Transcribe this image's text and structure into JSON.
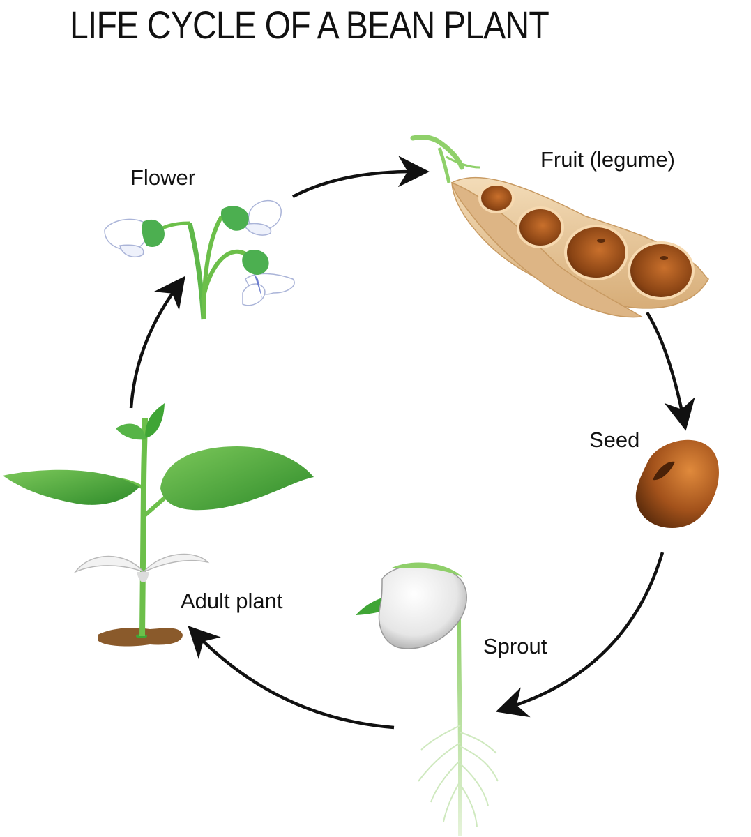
{
  "title": "LIFE CYCLE OF A BEAN PLANT",
  "stages": {
    "flower": "Flower",
    "fruit": "Fruit (legume)",
    "seed": "Seed",
    "sprout": "Sprout",
    "adult": "Adult plant"
  },
  "colors": {
    "leaf": "#3fa535",
    "stem": "#6cbf4a",
    "seed": "#9a4f1c",
    "pod": "#e9c79a",
    "arrow": "#111111"
  }
}
